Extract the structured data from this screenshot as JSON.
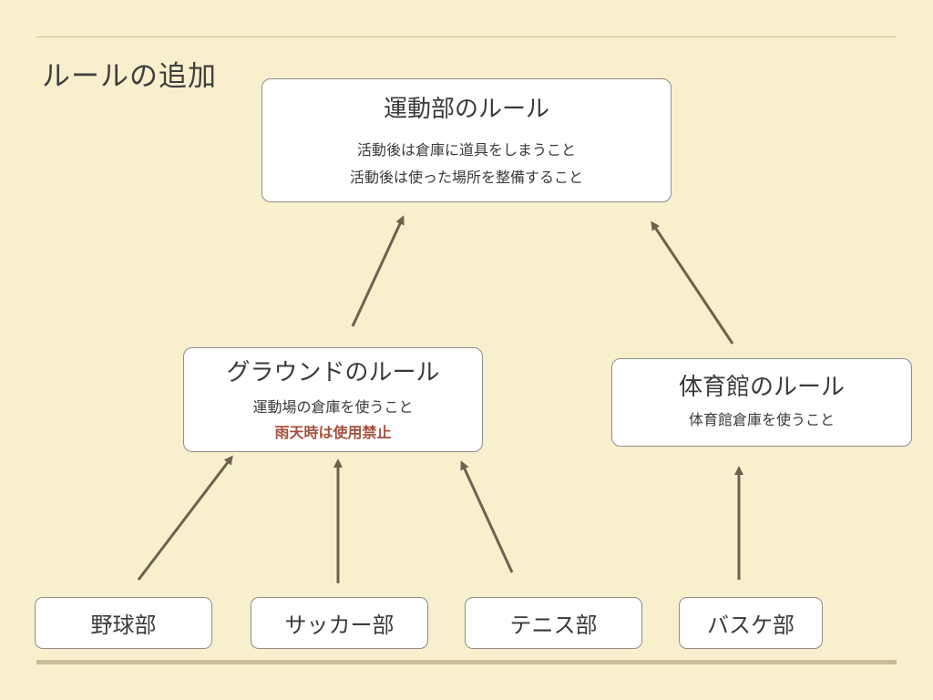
{
  "slide": {
    "title": "ルールの追加"
  },
  "boxes": {
    "sports": {
      "title": "運動部のルール",
      "lines": [
        "活動後は倉庫に道具をしまうこと",
        "活動後は使った場所を整備すること"
      ]
    },
    "ground": {
      "title": "グラウンドのルール",
      "lines": [
        "運動場の倉庫を使うこと",
        "雨天時は使用禁止"
      ]
    },
    "gym": {
      "title": "体育館のルール",
      "lines": [
        "体育館倉庫を使うこと"
      ]
    }
  },
  "clubs": {
    "baseball": "野球部",
    "soccer": "サッカー部",
    "tennis": "テニス部",
    "basketball": "バスケ部"
  },
  "colors": {
    "background": "#f8efcc",
    "box_fill": "#ffffff",
    "box_border": "#8d8d8d",
    "arrow": "#6b6350",
    "alert_text": "#a5503e"
  }
}
